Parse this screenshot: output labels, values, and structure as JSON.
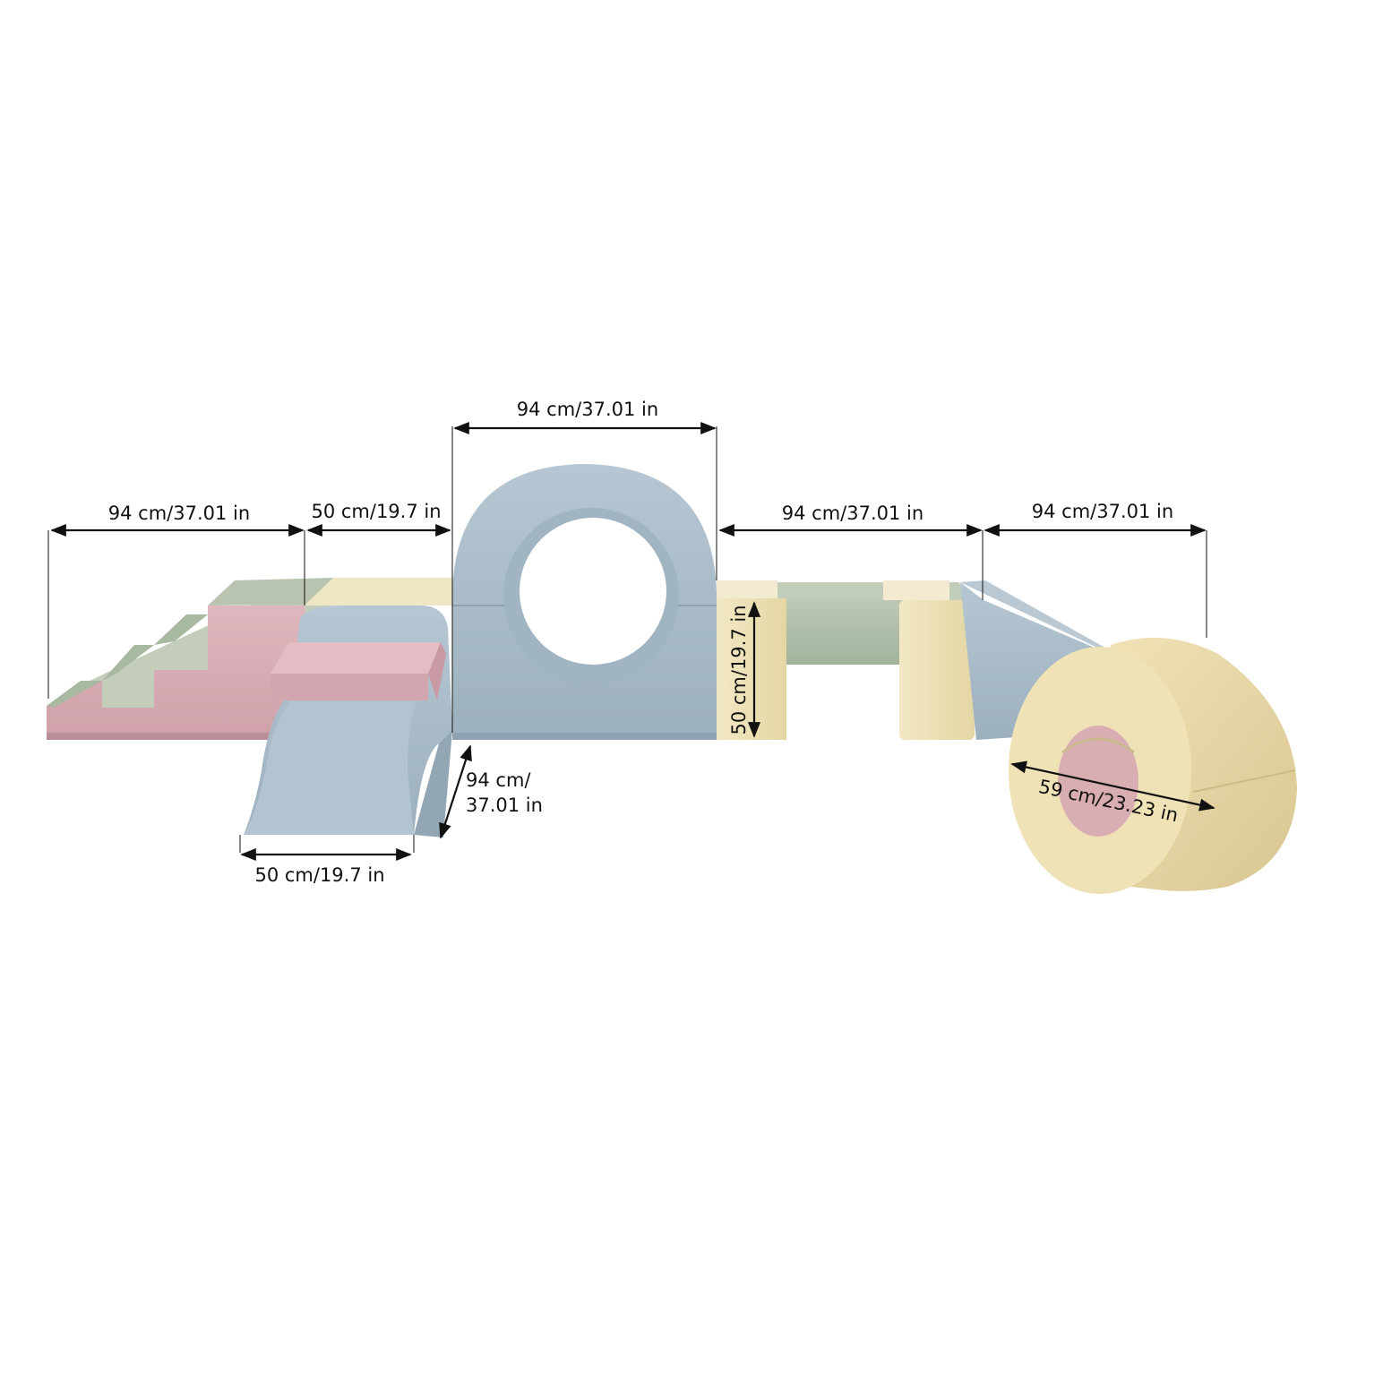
{
  "product": {
    "description_items": [
      "stairs-block",
      "flat-block",
      "wave-ramp",
      "step-cushion",
      "tunnel-arch",
      "pillar-block",
      "balance-beam",
      "slope-ramp",
      "barrel-roll"
    ]
  },
  "dimensions": {
    "stairs_width": "94 cm/37.01 in",
    "flat_block_width": "50 cm/19.7 in",
    "arch_width": "94 cm/37.01 in",
    "beam_length": "94 cm/37.01 in",
    "ramp_length": "94 cm/37.01 in",
    "pillar_height": "50 cm/19.7 in",
    "wave_depth_line1": "94 cm/",
    "wave_depth_line2": "37.01 in",
    "wave_width": "50 cm/19.7 in",
    "barrel_diameter": "59 cm/23.23 in"
  },
  "colors": {
    "pink": "#d8a9b1",
    "sage": "#b2bfaa",
    "cream": "#ede3bd",
    "blue": "#a6b8c4",
    "sand": "#e7d7a6",
    "line": "#111111"
  }
}
